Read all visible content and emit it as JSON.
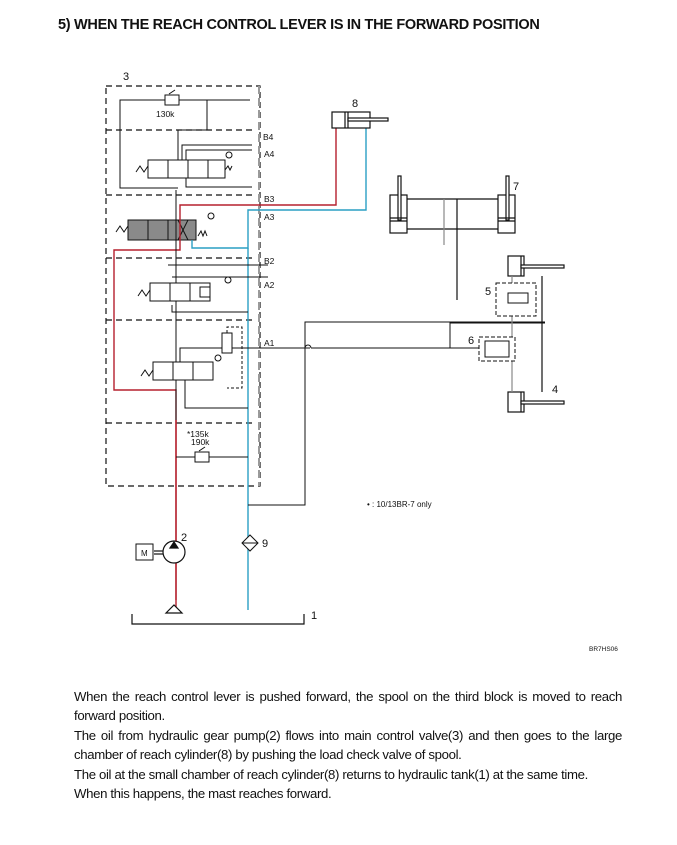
{
  "page": {
    "title": "5) WHEN THE REACH CONTROL LEVER IS IN THE FORWARD POSITION",
    "figure_code": "BR7HS06"
  },
  "diagram": {
    "colors": {
      "pressure_line": "#b5202e",
      "return_line": "#2a9fc4",
      "line": "#111111",
      "spool_shaded": "#8a8a8a",
      "dashed_boundary": "#9a9a9a"
    },
    "component_labels": {
      "tank": "1",
      "pump": "2",
      "main_control_valve": "3",
      "tilt_cylinder": "4",
      "flow_regulator": "5",
      "check_valve": "6",
      "lift_cylinder": "7",
      "reach_cylinder": "8",
      "filter": "9"
    },
    "port_labels": [
      "B4",
      "A4",
      "B3",
      "A3",
      "B2",
      "A2",
      "A1"
    ],
    "relief_valves": {
      "top": "130k",
      "bottom_line1": "*135k",
      "bottom_line2": "190k"
    },
    "motor_label": "M",
    "footnote": "• : 10/13BR-7 only"
  },
  "description": {
    "paragraphs": [
      "When the reach control lever is pushed forward, the spool on the third block is moved to reach forward position.",
      "The oil from hydraulic gear pump(2) flows into main control valve(3) and then goes to the large chamber of reach cylinder(8) by pushing the load check valve of spool.",
      "The oil at the small chamber of reach cylinder(8) returns to hydraulic tank(1) at the same time.",
      "When this happens, the mast reaches forward."
    ]
  }
}
